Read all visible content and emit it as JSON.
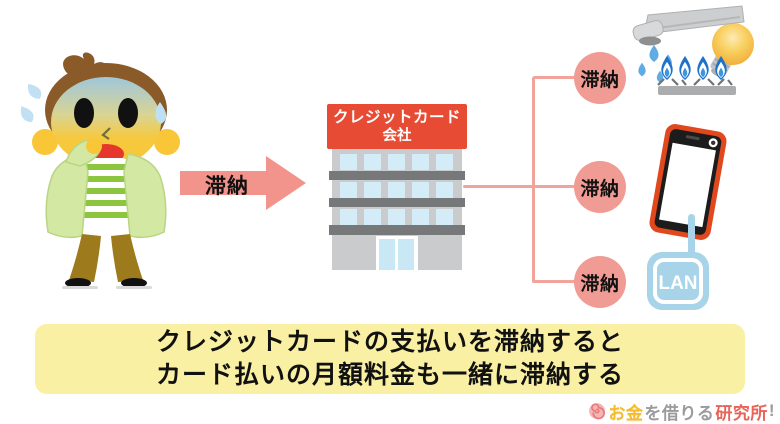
{
  "colors": {
    "arrow_pink": "#F2938C",
    "badge_pink": "#F09B94",
    "connector_pink": "#F2A49C",
    "sign_red": "#E84B33",
    "building_gray": "#CACBCC",
    "floor_band_gray": "#77787A",
    "window_blue": "#D3ECF7",
    "banner_yellow": "#FAF0A3",
    "phone_orange": "#E2481D",
    "router_blue": "#A8D4E9",
    "flame_blue": "#1E72C8",
    "bulb_yellow": "#F5B838",
    "logo_gold": "#F4BC2B",
    "logo_gray": "#9B9B9D",
    "logo_red": "#E8635A"
  },
  "flow": {
    "arrow_label": "滞納",
    "building": {
      "sign_line1": "クレジットカード",
      "sign_line2": "会社"
    },
    "badges": [
      "滞納",
      "滞納",
      "滞納"
    ],
    "router_label": "LAN"
  },
  "banner": {
    "line1": "クレジットカードの支払いを滞納すると",
    "line2": "カード払いの月額料金も一緒に滞納する"
  },
  "logo": {
    "money": "お金",
    "borrow": "を借りる",
    "lab": "研究所",
    "bang": "!"
  }
}
